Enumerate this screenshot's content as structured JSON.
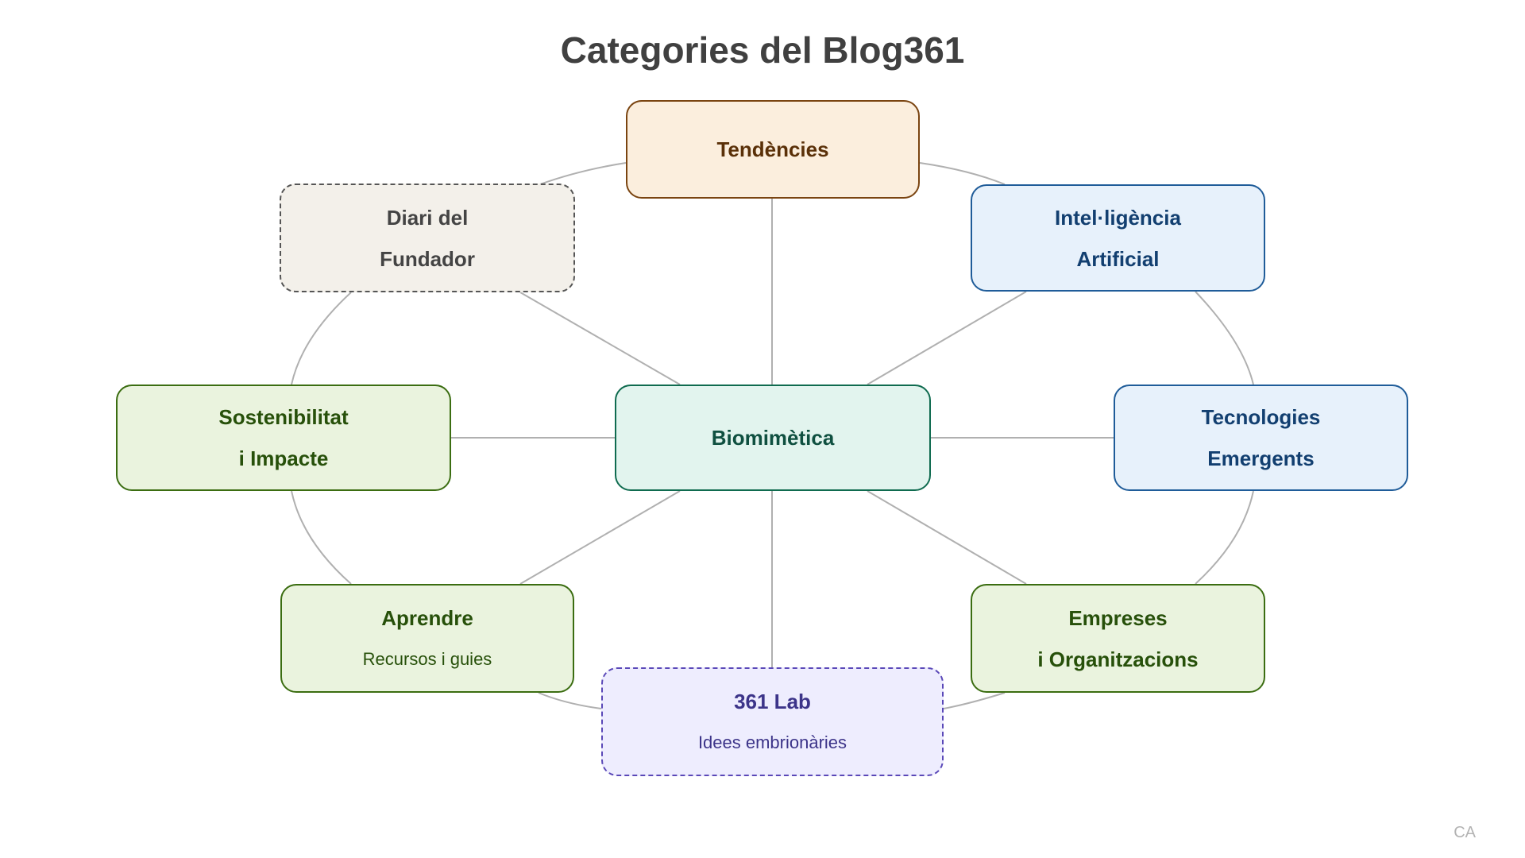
{
  "title": "Categories del Blog361",
  "corner_label": "CA",
  "colors": {
    "edge": "#b0b0b0"
  },
  "nodes": {
    "center": {
      "lines": [
        "Biomimètica"
      ],
      "fill": "#e2f4ee",
      "stroke": "#0f6b4f",
      "text": "#0f5040"
    },
    "tendencies": {
      "lines": [
        "Tendències"
      ],
      "fill": "#fbeedd",
      "stroke": "#7a4410",
      "text": "#5a3008"
    },
    "diari": {
      "lines": [
        "Diari del",
        "Fundador"
      ],
      "fill": "#f3f0ea",
      "stroke": "#555555",
      "text": "#444444"
    },
    "ia": {
      "lines": [
        "Intel·ligència",
        "Artificial"
      ],
      "fill": "#e7f1fb",
      "stroke": "#1f5c99",
      "text": "#123f70"
    },
    "sostenibilitat": {
      "lines": [
        "Sostenibilitat",
        "i Impacte"
      ],
      "fill": "#eaf3de",
      "stroke": "#3b6d11",
      "text": "#27500a"
    },
    "tecnologies": {
      "lines": [
        "Tecnologies",
        "Emergents"
      ],
      "fill": "#e7f1fb",
      "stroke": "#1f5c99",
      "text": "#123f70"
    },
    "aprendre": {
      "lines": [
        "Aprendre"
      ],
      "sub": "Recursos i guies",
      "fill": "#eaf3de",
      "stroke": "#3b6d11",
      "text": "#27500a"
    },
    "empreses": {
      "lines": [
        "Empreses",
        "i Organitzacions"
      ],
      "fill": "#eaf3de",
      "stroke": "#3b6d11",
      "text": "#27500a"
    },
    "lab": {
      "lines": [
        "361 Lab"
      ],
      "sub": "Idees embrionàries",
      "fill": "#eeedfe",
      "stroke": "#5a48b8",
      "text": "#3c3489"
    }
  }
}
